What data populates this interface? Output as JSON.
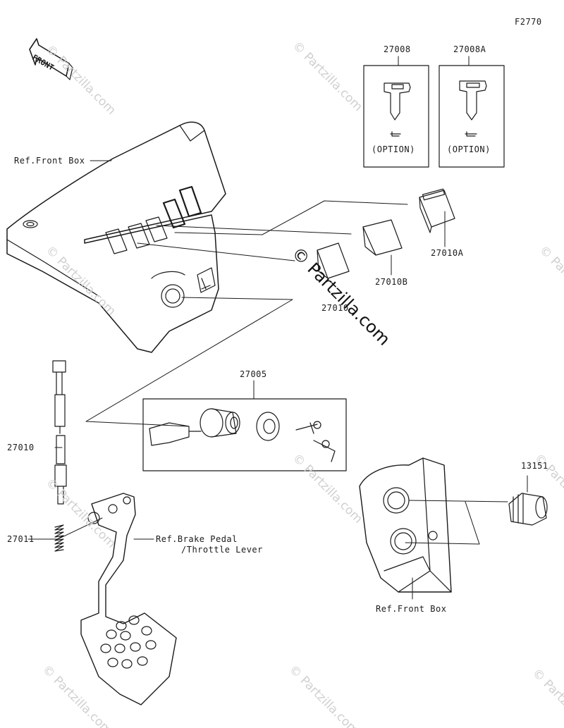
{
  "figure_code": "F2770",
  "front_label": "FRONT",
  "parts": {
    "p27008": "27008",
    "p27008A": "27008A",
    "p27010A": "27010A",
    "p27010B": "27010B",
    "p27010_switch": "27010",
    "p27005": "27005",
    "p27010": "27010",
    "p27011": "27011",
    "p13151": "13151"
  },
  "option_label_1": "(OPTION)",
  "option_label_2": "(OPTION)",
  "refs": {
    "front_box_top": "Ref.Front Box",
    "brake_pedal_line1": "Ref.Brake Pedal",
    "brake_pedal_line2": "/Throttle Lever",
    "front_box_bottom": "Ref.Front Box"
  },
  "watermark": "© Partzilla.com",
  "colors": {
    "line": "#1a1a1a",
    "watermark": "#d0d0d0"
  }
}
